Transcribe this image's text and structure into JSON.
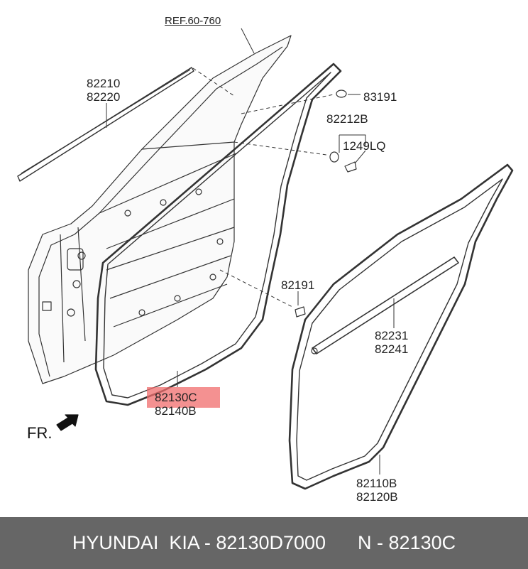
{
  "labels": {
    "ref": "REF.60-760",
    "p82210": "82210",
    "p82220": "82220",
    "p83191": "83191",
    "p82212b": "82212B",
    "p1249lq": "1249LQ",
    "p82191": "82191",
    "p82231": "82231",
    "p82241": "82241",
    "p82130c": "82130C",
    "p82140b": "82140B",
    "p82110b": "82110B",
    "p82120b": "82120B",
    "fr": "FR."
  },
  "highlight_color": "#f06c6c",
  "footer": {
    "brand": "HYUNDAI  KIA",
    "part_number": "82130D7000",
    "oem": "82130C",
    "text": "HYUNDAI  KIA - 82130D7000      N - 82130C"
  },
  "colors": {
    "footer_bg": "#666666",
    "line": "#333333"
  }
}
